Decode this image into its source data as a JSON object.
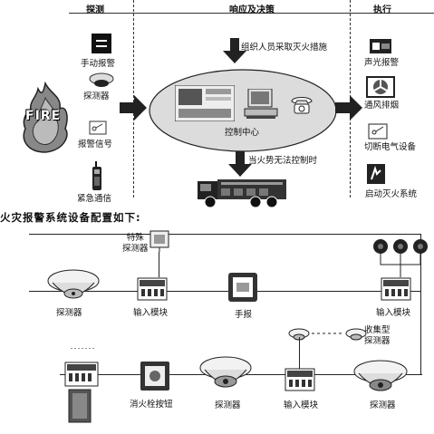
{
  "sections": {
    "detect": "探测",
    "respond": "响应及决策",
    "execute": "执行"
  },
  "left": {
    "fire_word": "FIRE",
    "manual_alarm": "手动报警",
    "detector": "探测器",
    "alarm_signal": "报警信号",
    "emergency_comm": "紧急通信"
  },
  "center": {
    "organize": "组织人员采取灭火措施",
    "control_center": "控制中心",
    "uncontrollable": "当火势无法控制时"
  },
  "right": {
    "sound_light": "声光报警",
    "ventilation": "通风排烟",
    "cut_power": "切断电气设备",
    "start_extinguish": "启动灭火系统"
  },
  "config_title": "火灾报警系统设备配置如下:",
  "config": {
    "special_detector": "特殊\n探测器",
    "detector_1": "探测器",
    "input_module_1": "输入模块",
    "manual": "手报",
    "input_module_2": "输入模块",
    "collect_detector": "收集型\n探测器",
    "hydrant_button": "消火栓按钮",
    "detector_2": "探测器",
    "input_module_3": "输入模块",
    "detector_3": "探测器"
  }
}
